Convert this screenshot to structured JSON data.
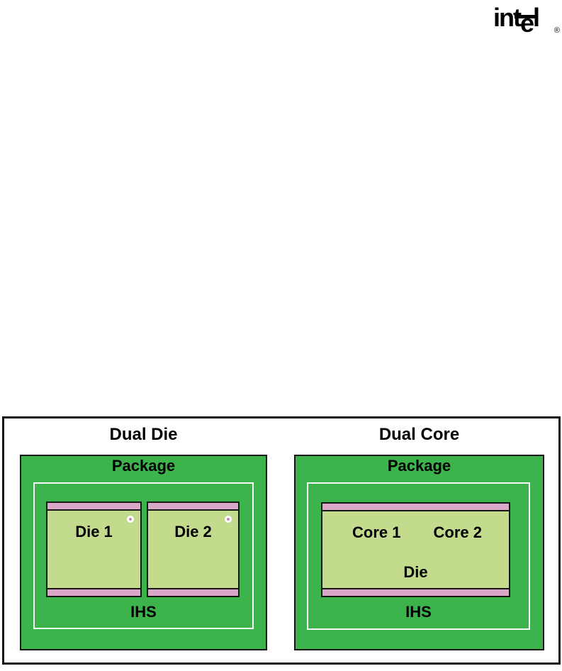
{
  "logo": {
    "part1": "int",
    "dropped_e": "e",
    "part2": "l",
    "registered": "®"
  },
  "figure": {
    "panels": [
      {
        "title": "Dual Die",
        "package_label": "Package",
        "ihs_label": "IHS",
        "dies": [
          {
            "label": "Die 1"
          },
          {
            "label": "Die 2"
          }
        ]
      },
      {
        "title": "Dual Core",
        "package_label": "Package",
        "ihs_label": "IHS",
        "die": {
          "cores": [
            "Core 1",
            "Core 2"
          ],
          "label": "Die"
        }
      }
    ]
  },
  "colors": {
    "package_green": "#3CB44B",
    "die_green": "#C3DB8C",
    "strip_pink": "#D9A7C7",
    "marker_pink": "#BF8BB3",
    "border_dark": "#161616",
    "outline_white": "#FFFFFF",
    "text_black": "#000000",
    "page_bg": "#FFFFFF"
  }
}
